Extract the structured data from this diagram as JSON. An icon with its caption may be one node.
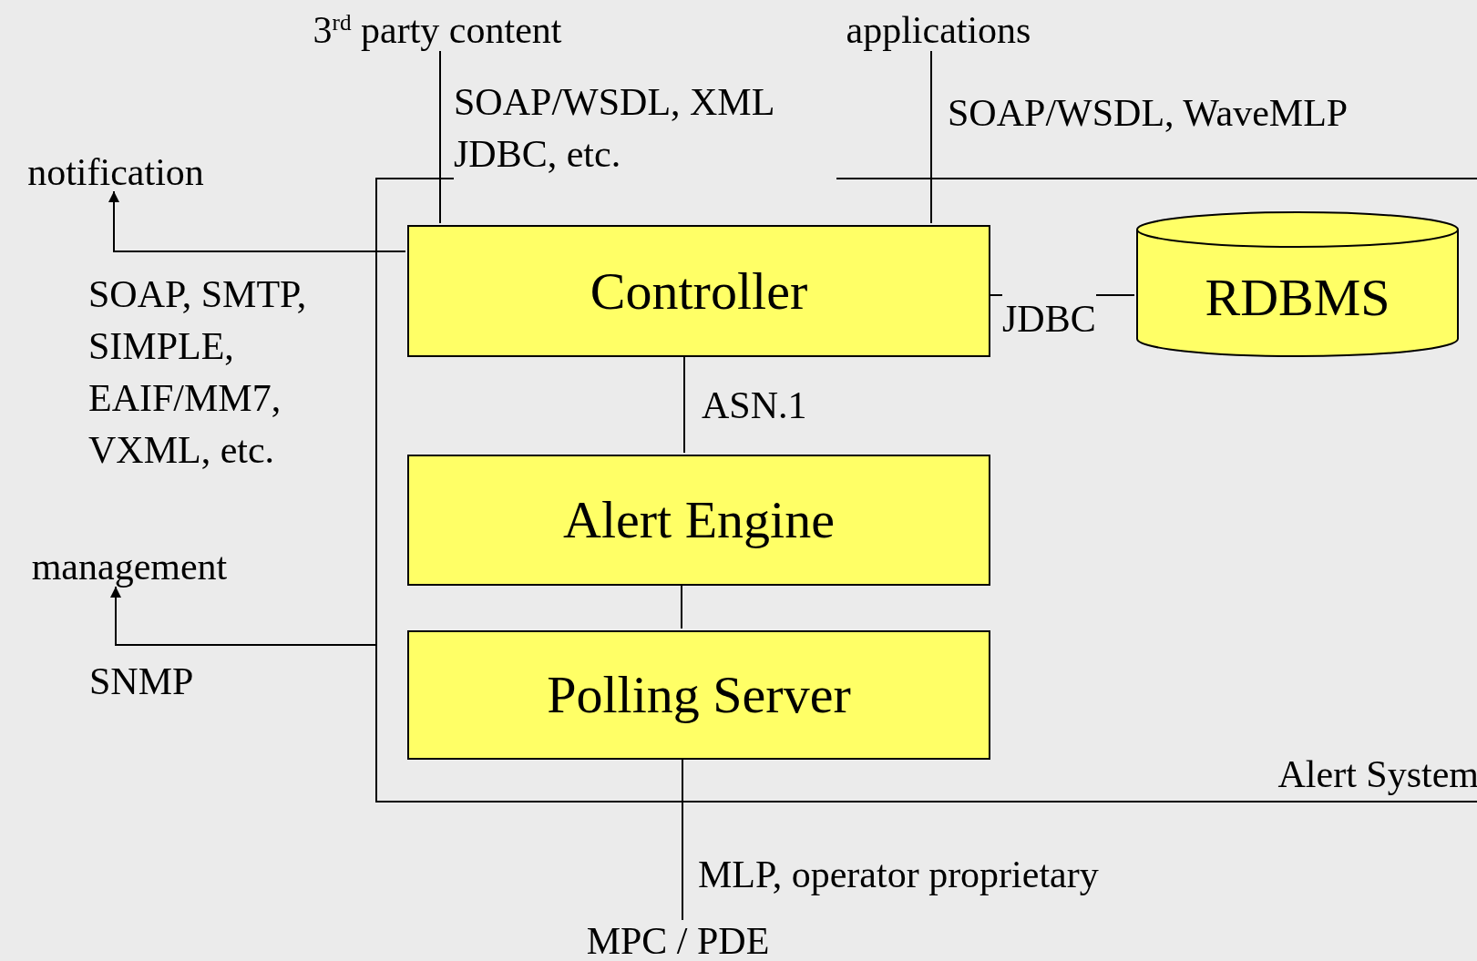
{
  "diagram": {
    "nodes": [
      {
        "text": [
          "Alert System"
        ]
      },
      {
        "text": [
          "Controller"
        ],
        "in": 0
      },
      {
        "text": [
          "RDBMS"
        ],
        "in": 0
      },
      {
        "text": [
          "Alert Engine"
        ],
        "in": 0
      },
      {
        "text": [
          "Polling Server"
        ],
        "in": 0
      },
      {
        "text": [
          "3$^{rd}$ party content"
        ]
      },
      {
        "text": [
          "applications"
        ]
      },
      {
        "text": [
          "notification"
        ]
      },
      {
        "text": [
          "management"
        ]
      },
      {
        "text": [
          "MPC / PDE"
        ]
      }
    ],
    "edges": [
      {
        "from": 1,
        "to": 5,
        "arrow": "none",
        "label": "SOAP/WSDL, XML JDBC, etc."
      },
      {
        "from": 1,
        "to": 6,
        "arrow": "none",
        "label": "SOAP/WSDL, WaveMLP"
      },
      {
        "from": 1,
        "to": 7,
        "arrow": "to",
        "label": "SOAP, SMTP, SIMPLE, EAIF/MM7, VXML, etc."
      },
      {
        "from": 1,
        "to": 2,
        "arrow": "none",
        "label": "JDBC"
      },
      {
        "from": 1,
        "to": 3,
        "arrow": "none",
        "label": "ASN.1"
      },
      {
        "from": 3,
        "to": 4,
        "arrow": "none"
      },
      {
        "from": 0,
        "to": 8,
        "arrow": "to",
        "label": "SNMP"
      },
      {
        "from": 4,
        "to": 9,
        "arrow": "none",
        "label": "MLP, operator proprietary"
      }
    ]
  }
}
